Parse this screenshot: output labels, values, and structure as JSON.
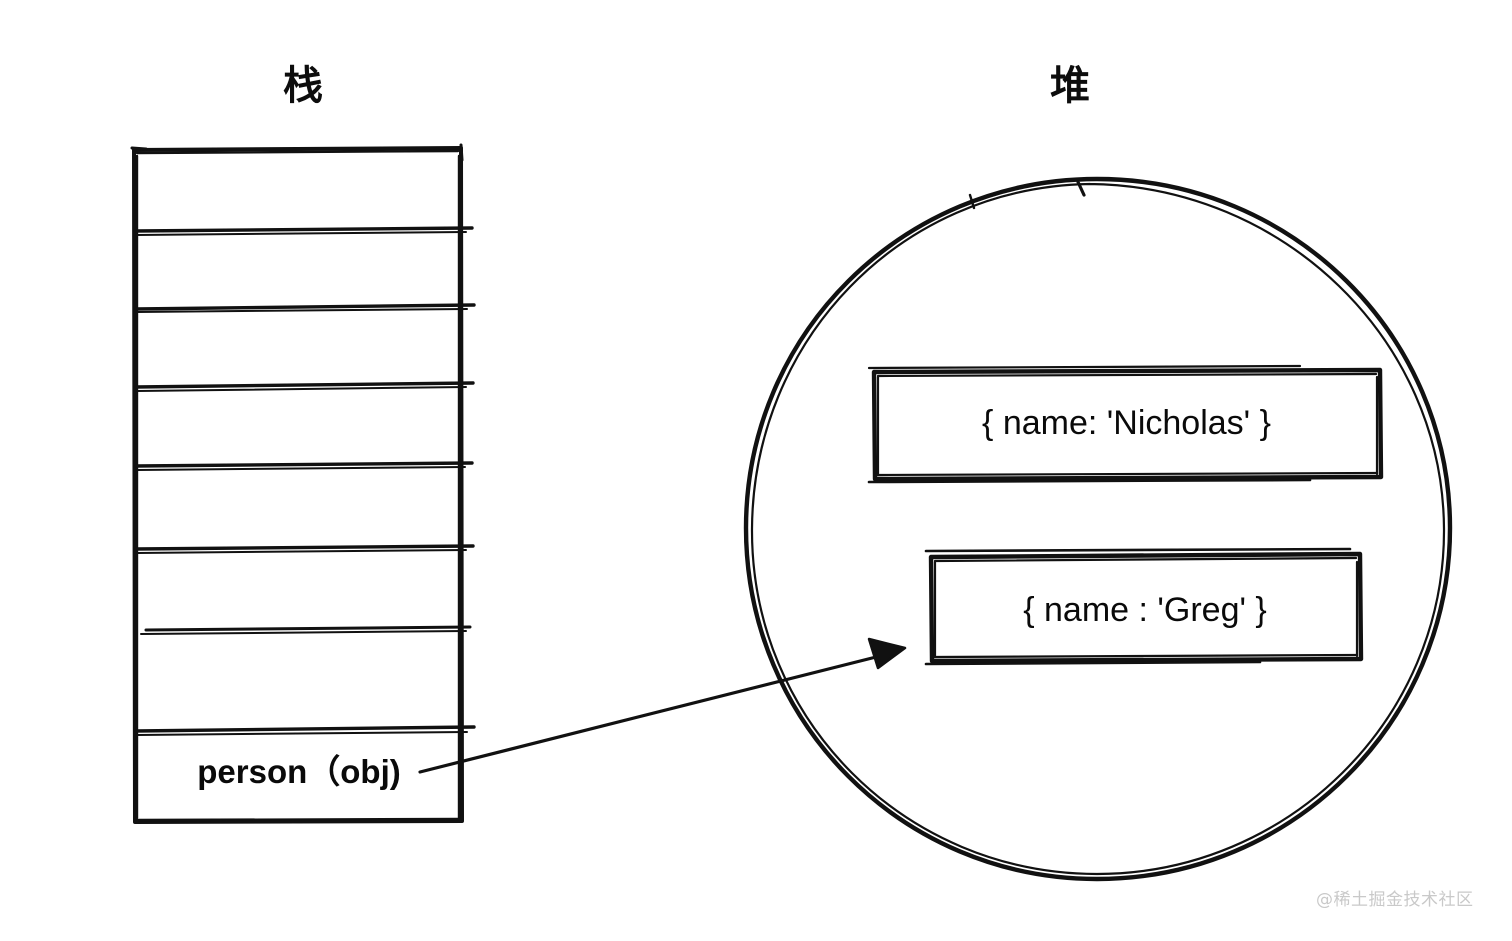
{
  "diagram": {
    "background_color": "#ffffff",
    "ink_color": "#111111",
    "style": "hand-drawn sketch"
  },
  "stack": {
    "title": "栈",
    "cells": [
      {
        "label": ""
      },
      {
        "label": ""
      },
      {
        "label": ""
      },
      {
        "label": ""
      },
      {
        "label": ""
      },
      {
        "label": ""
      },
      {
        "label": ""
      },
      {
        "label": "person（obj)"
      }
    ]
  },
  "heap": {
    "title": "堆",
    "objects": [
      {
        "label": "{ name: 'Nicholas' }"
      },
      {
        "label": "{ name : 'Greg' }"
      }
    ]
  },
  "pointer": {
    "from": "person（obj)",
    "to": "{ name : 'Greg' }"
  },
  "watermark": {
    "text": "@稀土掘金技术社区",
    "color": "#c9c9c9"
  }
}
